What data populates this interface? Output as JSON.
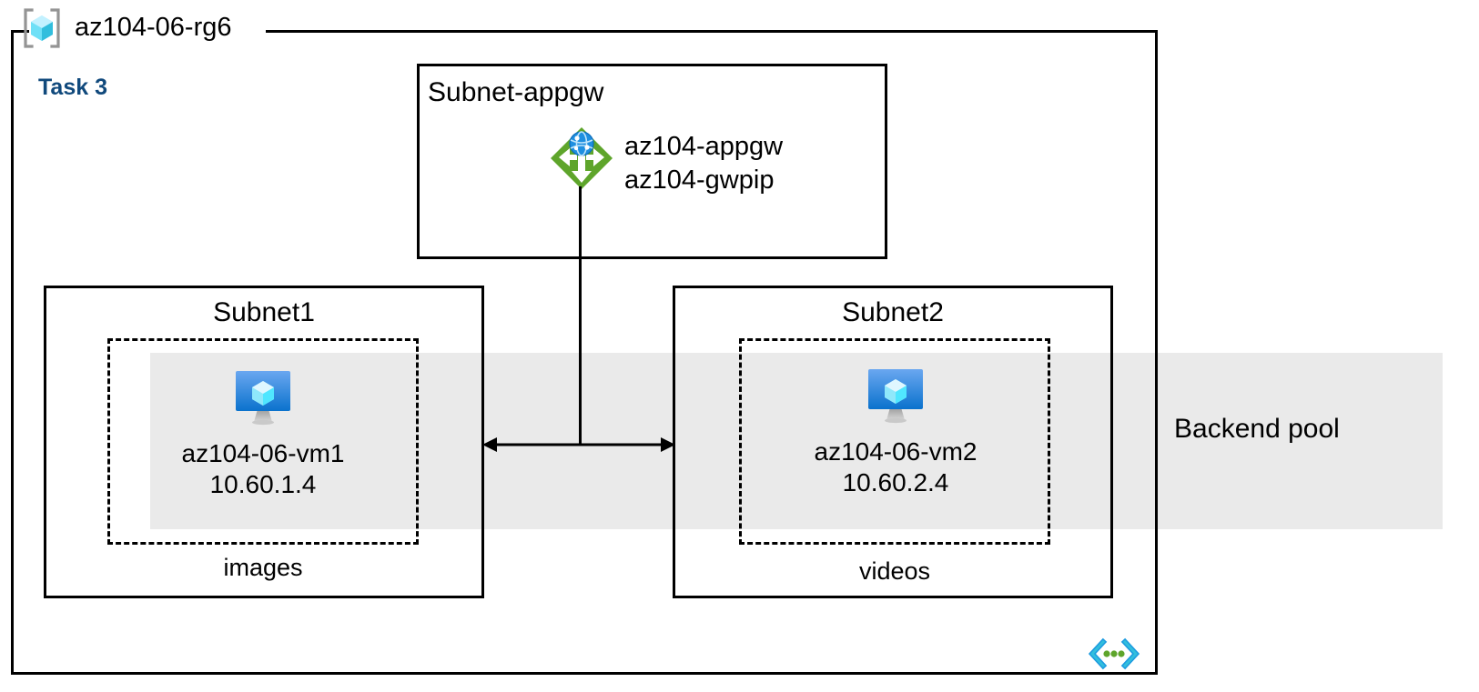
{
  "resource_group": {
    "name": "az104-06-rg6",
    "icon": "resource-group-cube-icon"
  },
  "task": {
    "label": "Task 3",
    "color": "#10497c"
  },
  "subnets": [
    {
      "id": "appgw",
      "title": "Subnet-appgw",
      "resources": [
        {
          "icon": "application-gateway-icon",
          "lines": [
            "az104-appgw",
            "az104-gwpip"
          ]
        }
      ]
    },
    {
      "id": "subnet1",
      "title": "Subnet1",
      "nsg_label": "images",
      "vm": {
        "icon": "virtual-machine-icon",
        "name": "az104-06-vm1",
        "ip": "10.60.1.4"
      }
    },
    {
      "id": "subnet2",
      "title": "Subnet2",
      "nsg_label": "videos",
      "vm": {
        "icon": "virtual-machine-icon",
        "name": "az104-06-vm2",
        "ip": "10.60.2.4"
      }
    }
  ],
  "appgw": {
    "line1": "az104-appgw",
    "line2": "az104-gwpip"
  },
  "backend_pool": {
    "label": "Backend pool",
    "band_color": "#eaeaea"
  },
  "footer": {
    "icon": "code-brackets-icon"
  },
  "colors": {
    "gateway_green": "#5ea52b",
    "vm_blue_top": "#5ea0ef",
    "vm_blue_bottom": "#0078d4",
    "cube_cyan": "#50e6ff",
    "accent_navy": "#10497c",
    "band_gray": "#eaeaea",
    "bracket_gray": "#949494",
    "code_cyan": "#32bedd",
    "code_green": "#5ea52b"
  }
}
